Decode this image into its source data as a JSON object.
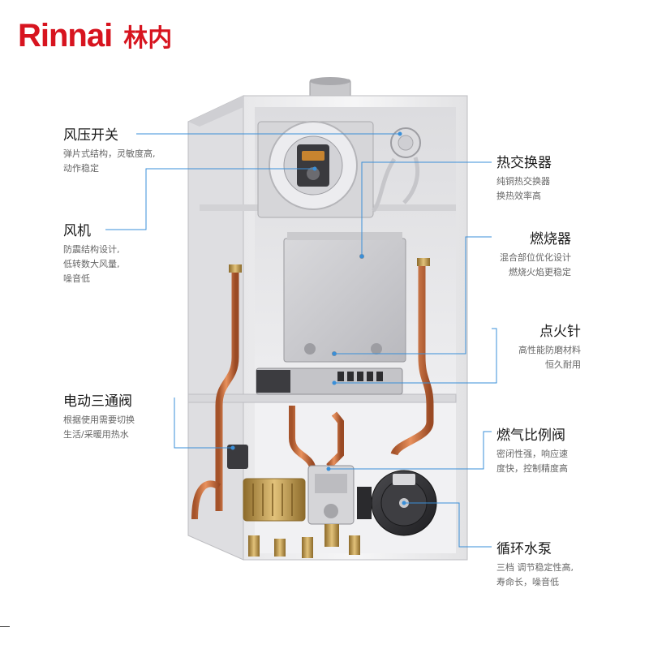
{
  "brand": {
    "name_latin": "Rinnai",
    "name_cn": "林内",
    "color": "#d7141f"
  },
  "line_color": "#3a8fd8",
  "labels": {
    "air_pressure_switch": {
      "title": "风压开关",
      "desc": [
        "弹片式结构，灵敏度高,",
        "动作稳定"
      ]
    },
    "fan": {
      "title": "风机",
      "desc": [
        "防震结构设计,",
        "低转数大风量,",
        "噪音低"
      ]
    },
    "three_way_valve": {
      "title": "电动三通阀",
      "desc": [
        "根据使用需要切换",
        "生活/采暖用热水"
      ]
    },
    "heat_exchanger": {
      "title": "热交换器",
      "desc": [
        "纯铜热交换器",
        "换热效率高"
      ]
    },
    "burner": {
      "title": "燃烧器",
      "desc": [
        "混合部位优化设计",
        "燃烧火焰更稳定"
      ]
    },
    "ignition_needle": {
      "title": "点火针",
      "desc": [
        "高性能防磨材料",
        "恒久耐用"
      ]
    },
    "gas_valve": {
      "title": "燃气比例阀",
      "desc": [
        "密闭性强，响应速",
        "度快，控制精度高"
      ]
    },
    "circulation_pump": {
      "title": "循环水泵",
      "desc": [
        "三档 调节稳定性高,",
        "寿命长，噪音低"
      ]
    }
  }
}
